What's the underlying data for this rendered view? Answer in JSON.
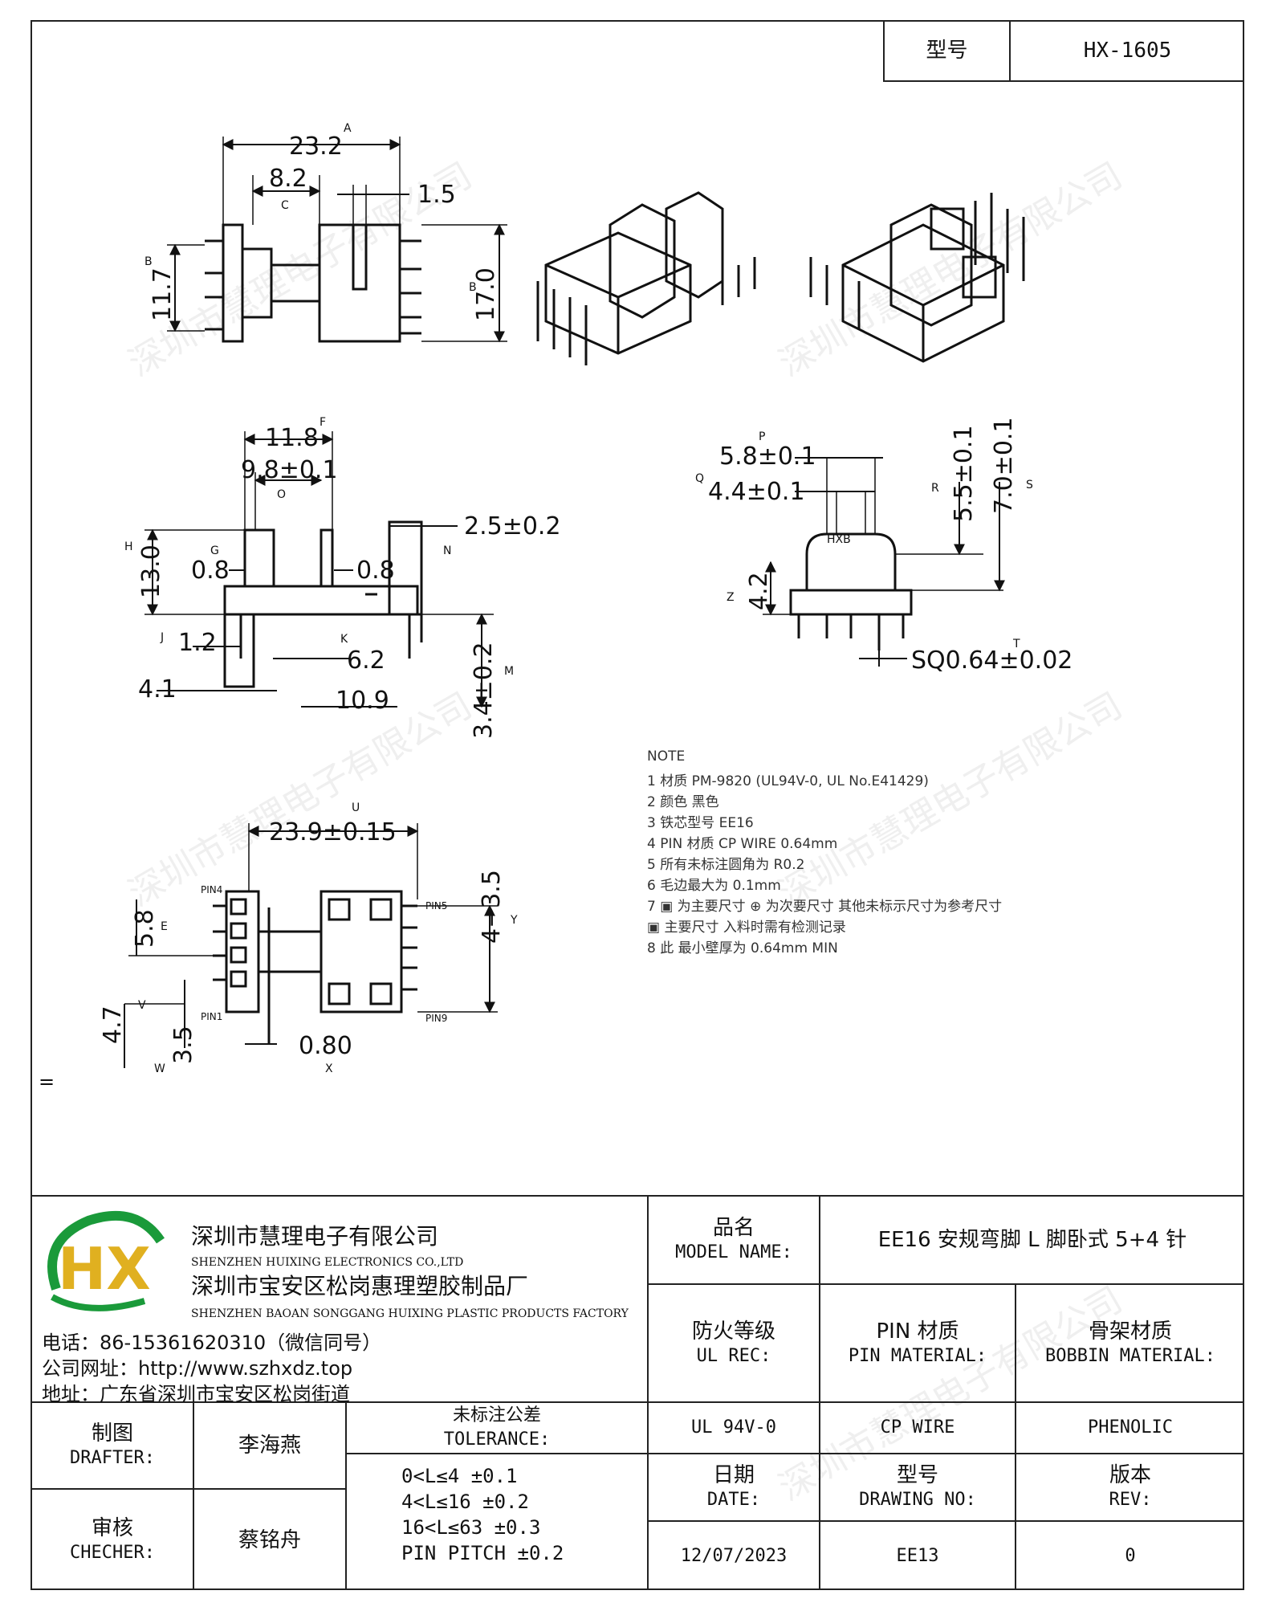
{
  "header": {
    "model_label": "型号",
    "model_value": "HX-1605"
  },
  "drawing": {
    "top": {
      "dim_a": "23.2",
      "tag_a": "A",
      "dim_c": "8.2",
      "tag_c": "C",
      "dim_15": "1.5",
      "dim_b": "11.7",
      "tag_b": "B",
      "dim_h": "17.0",
      "tag_h": "B"
    },
    "side": {
      "dim_118": "11.8",
      "tag_f": "F",
      "dim_98": "9.8±0.1",
      "tag_o": "O",
      "dim_25": "2.5±0.2",
      "tag_n": "N",
      "dim_13": "13.0",
      "tag_h": "H",
      "dim_08a": "0.8",
      "tag_g": "G",
      "dim_08b": "0.8",
      "dim_12": "1.2",
      "tag_j": "J",
      "dim_62": "6.2",
      "tag_k": "K",
      "dim_41": "4.1",
      "dim_109": "10.9",
      "dim_34": "3.4±0.2",
      "tag_m": "M"
    },
    "front": {
      "dim_58": "5.8±0.1",
      "tag_p": "P",
      "dim_44": "4.4±0.1",
      "tag_q": "Q",
      "dim_55": "5.5±0.1",
      "tag_r": "R",
      "dim_70": "7.0±0.1",
      "tag_s": "S",
      "dim_42": "4.2",
      "tag_z": "Z",
      "dim_sq": "SQ0.64±0.02",
      "tag_t": "T",
      "mark": "HXB"
    },
    "bottom": {
      "dim_239": "23.9±0.15",
      "tag_u": "U",
      "dim_58": "5.8",
      "tag_e": "E",
      "dim_435": "4−3.5",
      "tag_y": "Y",
      "dim_47": "4.7",
      "tag_v": "V",
      "dim_35": "3.5",
      "tag_w": "W",
      "dim_080": "0.80",
      "tag_x": "X",
      "pin4": "PIN4",
      "pin1": "PIN1",
      "pin5": "PIN5",
      "pin9": "PIN9"
    },
    "notes": [
      "NOTE",
      "1  材质    PM-9820  (UL94V-0, UL No.E41429)",
      "2  颜色    黑色",
      "3  铁芯型号   EE16",
      "4  PIN 材质    CP WIRE  0.64mm",
      "5  所有未标注圆角为  R0.2",
      "6  毛边最大为  0.1mm",
      "7  ▣ 为主要尺寸   ⊕ 为次要尺寸  其他未标示尺寸为参考尺寸",
      "   ▣  主要尺寸     入料时需有检测记录",
      "8  此  最小壁厚为 0.64mm MIN"
    ],
    "eq_mark": "="
  },
  "watermark": "深圳市慧理电子有限公司",
  "title_block": {
    "company_cn": "深圳市慧理电子有限公司",
    "company_en": "SHENZHEN HUIXING ELECTRONICS CO.,LTD",
    "factory_cn": "深圳市宝安区松岗惠理塑胶制品厂",
    "factory_en": "SHENZHEN BAOAN SONGGANG HUIXING PLASTIC PRODUCTS FACTORY",
    "phone": "电话：86-15361620310（微信同号）",
    "website": "公司网址：http://www.szhxdz.top",
    "address": "地址：广东省深圳市宝安区松岗街道",
    "logo_text": "HX",
    "model_name_cn": "品名",
    "model_name_en": "MODEL NAME:",
    "model_name_value": "EE16 安规弯脚 L 脚卧式 5+4 针",
    "ul_cn": "防火等级",
    "ul_en": "UL REC:",
    "pin_cn": "PIN 材质",
    "pin_en": "PIN MATERIAL:",
    "bobbin_cn": "骨架材质",
    "bobbin_en": "BOBBIN MATERIAL:",
    "ul_value": "UL 94V-0",
    "pin_value": "CP WIRE",
    "bobbin_value": "PHENOLIC",
    "drafter_cn": "制图",
    "drafter_en": "DRAFTER:",
    "drafter_name": "李海燕",
    "checker_cn": "审核",
    "checker_en": "CHECHER:",
    "checker_name": "蔡铭舟",
    "tolerance_cn": "未标注公差",
    "tolerance_en": "TOLERANCE:",
    "tolerances": [
      "0<L≤4  ±0.1",
      "4<L≤16  ±0.2",
      "16<L≤63  ±0.3",
      "PIN PITCH ±0.2"
    ],
    "date_cn": "日期",
    "date_en": "DATE:",
    "date_value": "12/07/2023",
    "drawing_cn": "型号",
    "drawing_en": "DRAWING NO:",
    "drawing_value": "EE13",
    "rev_cn": "版本",
    "rev_en": "REV:",
    "rev_value": "0"
  }
}
